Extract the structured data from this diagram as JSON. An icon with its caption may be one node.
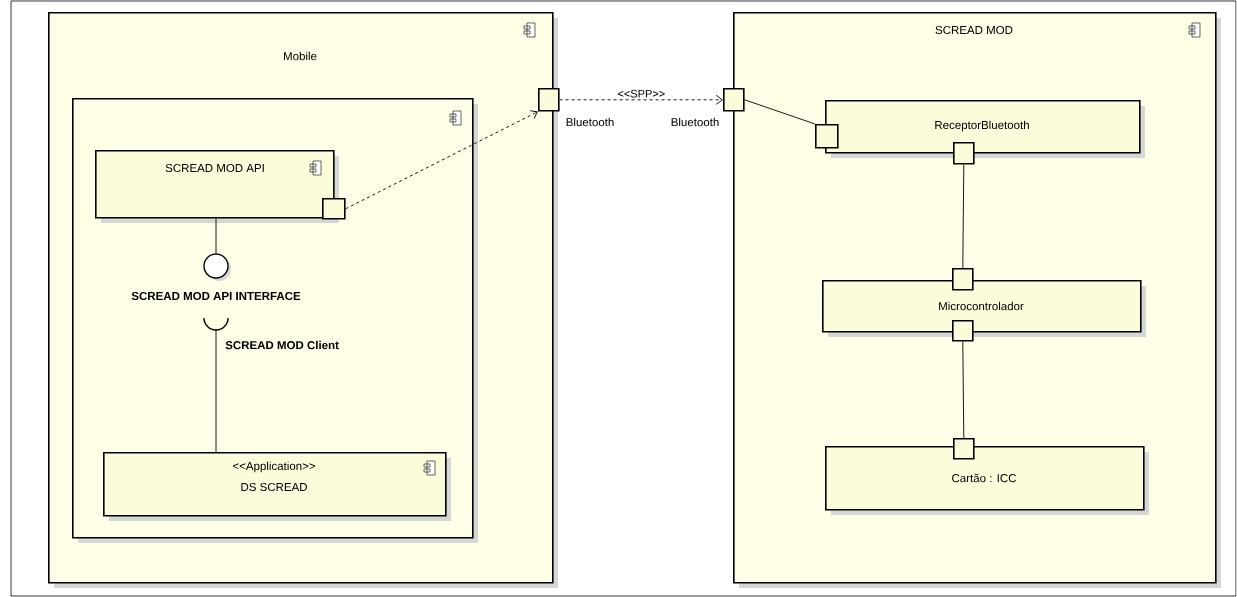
{
  "diagram": {
    "nodes": [
      {
        "text": [
          "Mobile"
        ]
      },
      {
        "text": [],
        "shape": "box",
        "in": 0
      },
      {
        "text": [
          "SCREAD MOD API"
        ],
        "in": 1
      },
      {
        "text": [],
        "shape": "box",
        "in": 1
      },
      {
        "text": [],
        "shape": "circle",
        "in": 1,
        "beside": [
          "SCREAD MOD API INTERFACE"
        ]
      },
      {
        "text": [],
        "shape": "arc",
        "in": 1,
        "beside": [
          "SCREAD MOD Client"
        ]
      },
      {
        "text": [
          "<<Application>>",
          "DS SCREAD"
        ],
        "in": 1
      },
      {
        "text": [],
        "shape": "box",
        "beside": [
          "Bluetooth"
        ]
      },
      {
        "text": [
          "SCREAD MOD"
        ]
      },
      {
        "text": [],
        "shape": "box",
        "beside": [
          "Bluetooth"
        ]
      },
      {
        "text": [
          "ReceptorBluetooth"
        ],
        "in": 8
      },
      {
        "text": [],
        "shape": "box",
        "in": 8
      },
      {
        "text": [],
        "shape": "box",
        "in": 8
      },
      {
        "text": [
          "Microcontrolador"
        ],
        "in": 8
      },
      {
        "text": [],
        "shape": "box",
        "in": 8
      },
      {
        "text": [],
        "shape": "box",
        "in": 8
      },
      {
        "text": [
          "Cartão : ICC"
        ],
        "in": 8
      },
      {
        "text": [],
        "shape": "box",
        "in": 8
      }
    ],
    "edges": [
      {
        "from": 2,
        "to": 4,
        "arrow": "none"
      },
      {
        "from": 5,
        "to": 6,
        "arrow": "none"
      },
      {
        "from": 3,
        "to": 7,
        "arrow": "to",
        "style": "dashed"
      },
      {
        "from": 7,
        "to": 9,
        "arrow": "to",
        "style": "dashed",
        "label": "<<SPP>>"
      },
      {
        "from": 9,
        "to": 11,
        "arrow": "none"
      },
      {
        "from": 12,
        "to": 14,
        "arrow": "none"
      },
      {
        "from": 15,
        "to": 17,
        "arrow": "none"
      }
    ]
  }
}
